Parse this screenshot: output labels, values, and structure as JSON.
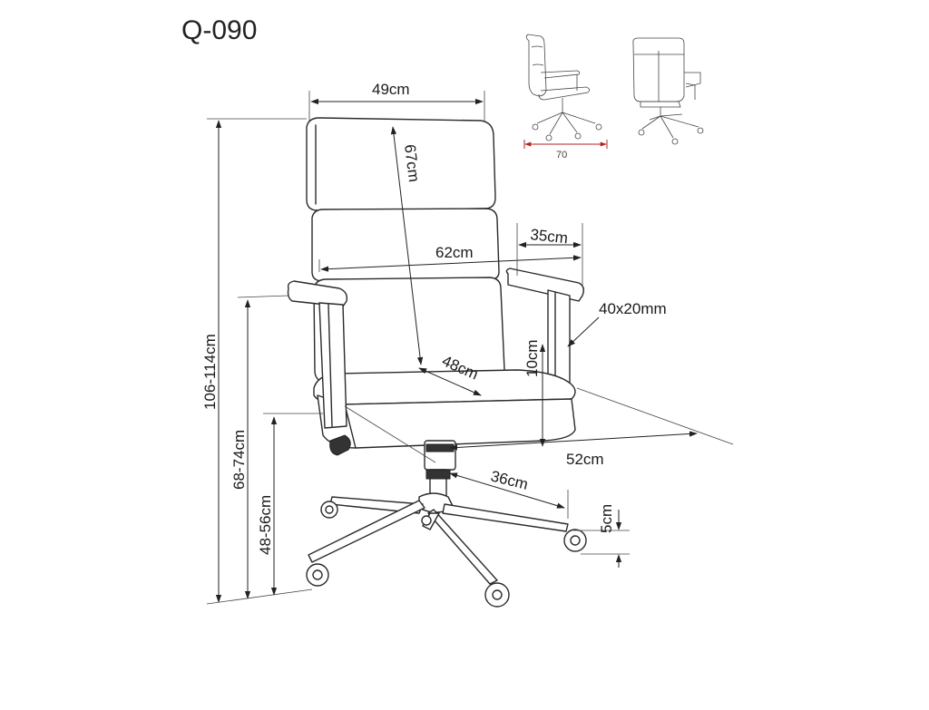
{
  "title": "Q-090",
  "dimensions": {
    "backrest_width": "49cm",
    "backrest_height": "67cm",
    "overall_width": "62cm",
    "armrest_depth": "35cm",
    "armrest_section": "40x20mm",
    "seat_depth": "48cm",
    "armrest_height_above_seat": "10cm",
    "seat_depth_total": "52cm",
    "base_radius": "36cm",
    "wheel_height": "5cm",
    "total_height": "106-114cm",
    "armrest_height": "68-74cm",
    "seat_height": "48-56cm"
  },
  "thumbnail": {
    "base_width": "70"
  }
}
